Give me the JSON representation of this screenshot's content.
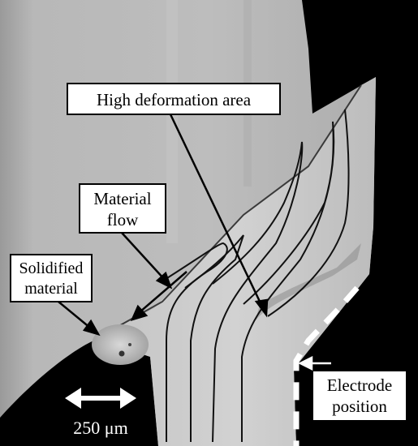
{
  "labels": {
    "high_deformation": "High deformation area",
    "material_flow_line1": "Material",
    "material_flow_line2": "flow",
    "solidified_line1": "Solidified",
    "solidified_line2": "material",
    "electrode_line1": "Electrode",
    "electrode_line2": "position",
    "scale_bar": "250 μm"
  },
  "colors": {
    "background_metal": "#b4b4b4",
    "deformed_metal": "#c9c9c9",
    "void": "#000000",
    "label_box": "#ffffff"
  }
}
